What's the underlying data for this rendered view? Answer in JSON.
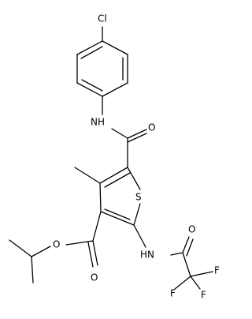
{
  "molecule": {
    "atoms": {
      "cl": "Cl",
      "nh_amide": "NH",
      "o_amide": "O",
      "s_ring": "S",
      "o_ester_single": "O",
      "o_ester_double": "O",
      "nh_acyl": "HN",
      "o_acyl": "O",
      "f1": "F",
      "f2": "F",
      "f3": "F"
    }
  }
}
